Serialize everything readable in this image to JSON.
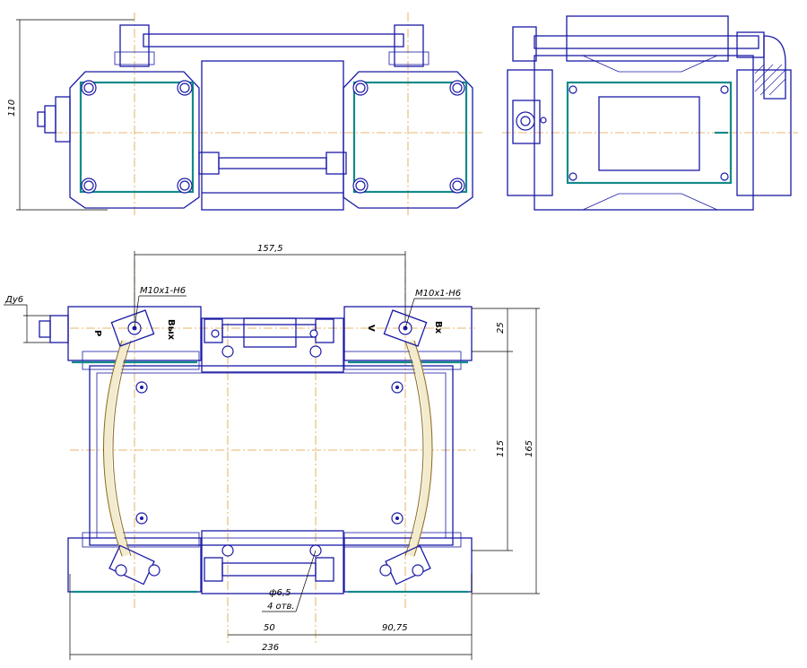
{
  "drawing": {
    "dimensions": {
      "height_front": "110",
      "hole_spacing": "157,5",
      "port_thread_left": "M10x1-H6",
      "port_thread_right": "M10x1-H6",
      "nominal_bore": "Ду6",
      "dim_25": "25",
      "dim_115": "115",
      "dim_165": "165",
      "hole_diameter": "ф6,5",
      "hole_count": "4 отв.",
      "dim_50": "50",
      "dim_90_75": "90,75",
      "overall_width": "236"
    },
    "port_labels": {
      "left_p": "Р",
      "left_out": "Вых",
      "right_v": "V",
      "right_in": "Вх"
    }
  }
}
